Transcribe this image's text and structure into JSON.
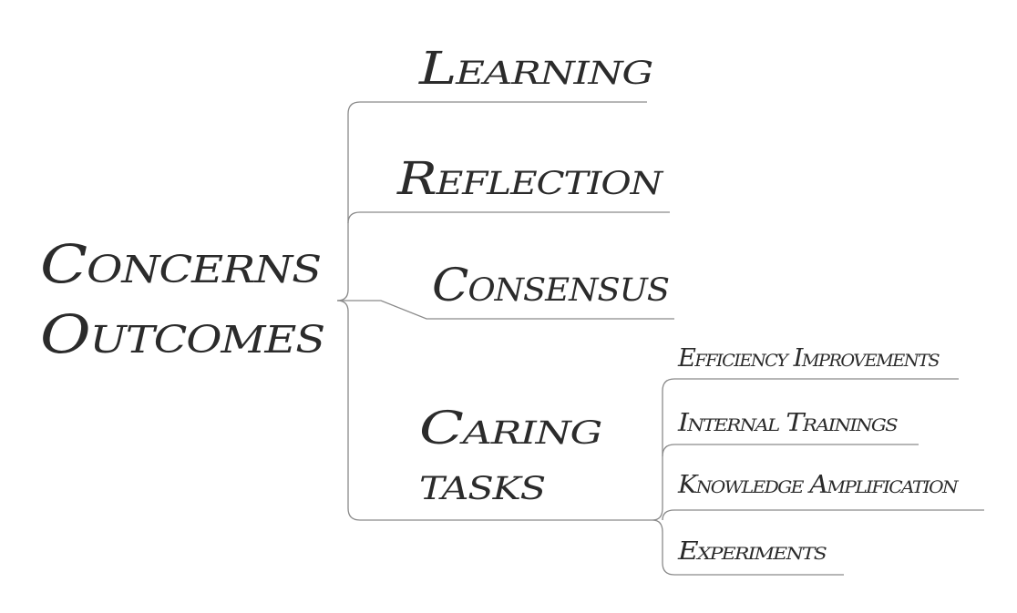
{
  "root": {
    "line1": "Concerns",
    "line2": "Outcomes"
  },
  "branches": [
    {
      "label": "Learning"
    },
    {
      "label": "Reflection"
    },
    {
      "label": "Consensus"
    },
    {
      "line1": "Caring",
      "line2": "tasks",
      "children": [
        {
          "label": "Efficiency Improvements"
        },
        {
          "label": "Internal Trainings"
        },
        {
          "label": "Knowledge Amplification"
        },
        {
          "label": "Experiments"
        }
      ]
    }
  ],
  "colors": {
    "text": "#2b2b2b",
    "line": "#8a8a8a",
    "background": "#ffffff"
  }
}
